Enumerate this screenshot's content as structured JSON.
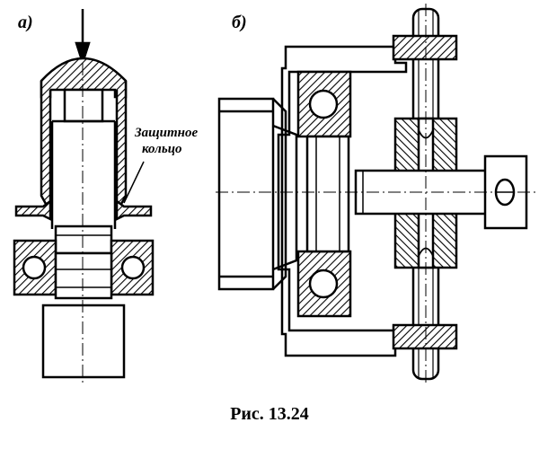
{
  "labels": {
    "view_a": "а)",
    "view_b": "б)",
    "ring_line1": "Защитное",
    "ring_line2": "кольцо",
    "caption": "Рис. 13.24"
  },
  "colors": {
    "ink": "#000000",
    "paper": "#ffffff"
  }
}
